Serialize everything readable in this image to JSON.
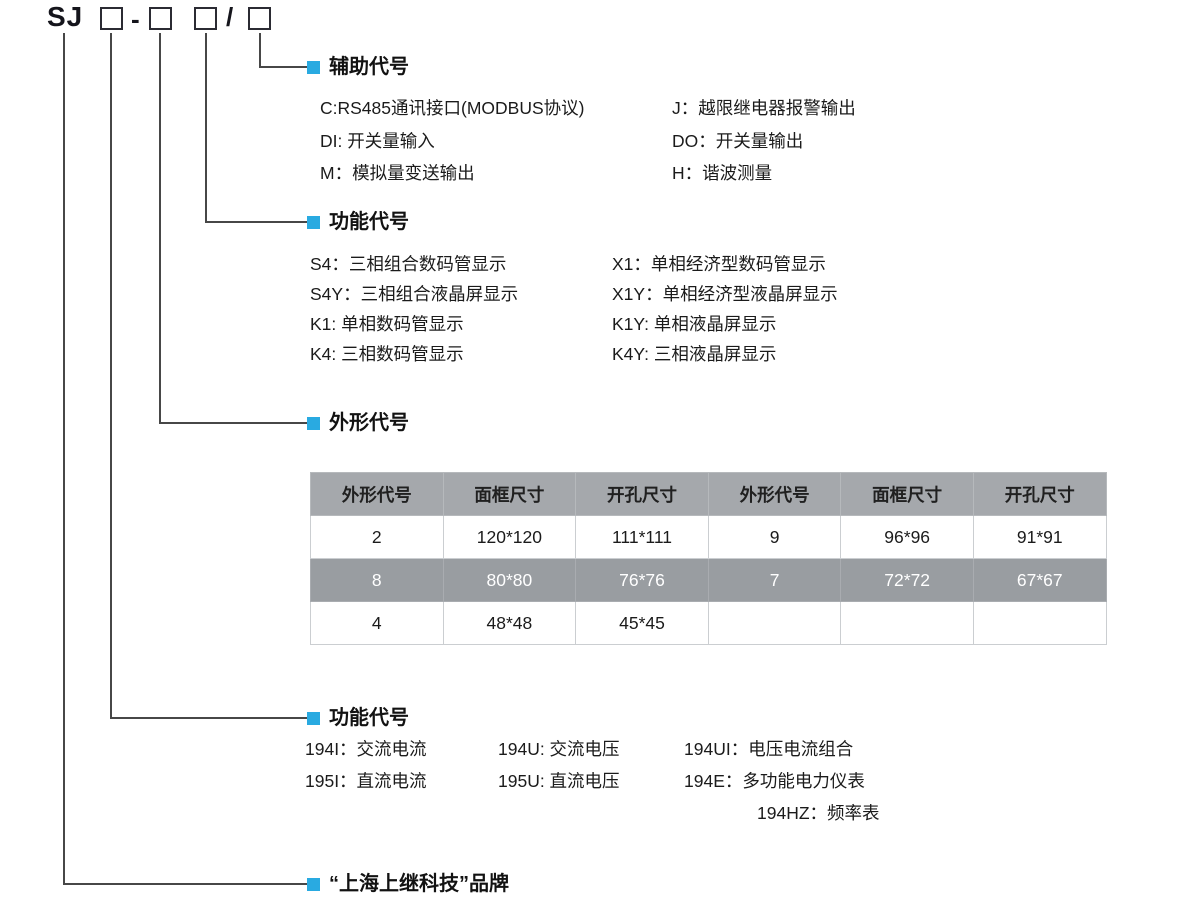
{
  "model": {
    "prefix": "SJ",
    "dash": "-",
    "slash": "/"
  },
  "sections": {
    "auxiliary": {
      "title": "辅助代号",
      "items": [
        "C:RS485通讯接口(MODBUS协议)",
        "J：越限继电器报警输出",
        "DI: 开关量输入",
        "DO：开关量输出",
        "M：模拟量变送输出",
        "H：谐波测量"
      ]
    },
    "display": {
      "title": "功能代号",
      "items": [
        "S4：三相组合数码管显示",
        "X1：单相经济型数码管显示",
        "S4Y：三相组合液晶屏显示",
        "X1Y：单相经济型液晶屏显示",
        "K1: 单相数码管显示",
        "K1Y: 单相液晶屏显示",
        "K4: 三相数码管显示",
        "K4Y: 三相液晶屏显示"
      ]
    },
    "shape": {
      "title": "外形代号",
      "table": {
        "headers": [
          "外形代号",
          "面框尺寸",
          "开孔尺寸",
          "外形代号",
          "面框尺寸",
          "开孔尺寸"
        ],
        "rows": [
          {
            "highlight": false,
            "cells": [
              "2",
              "120*120",
              "111*111",
              "9",
              "96*96",
              "91*91"
            ]
          },
          {
            "highlight": true,
            "cells": [
              "8",
              "80*80",
              "76*76",
              "7",
              "72*72",
              "67*67"
            ]
          },
          {
            "highlight": false,
            "cells": [
              "4",
              "48*48",
              "45*45",
              "",
              "",
              ""
            ]
          }
        ]
      }
    },
    "function": {
      "title": "功能代号",
      "items": [
        "194I：交流电流",
        "194U: 交流电压",
        "194UI：电压电流组合",
        "195I：直流电流",
        "195U: 直流电压",
        "194E：多功能电力仪表",
        "194HZ：频率表"
      ]
    },
    "brand": {
      "title": "“上海上继科技”品牌"
    }
  },
  "colors": {
    "marker": "#29aae1",
    "line": "#474747",
    "text": "#1b1b1b",
    "table_header_bg": "#a5a8ac",
    "table_highlight_bg": "#999da1",
    "table_highlight_text": "#ffffff",
    "table_border": "#cbced1"
  }
}
